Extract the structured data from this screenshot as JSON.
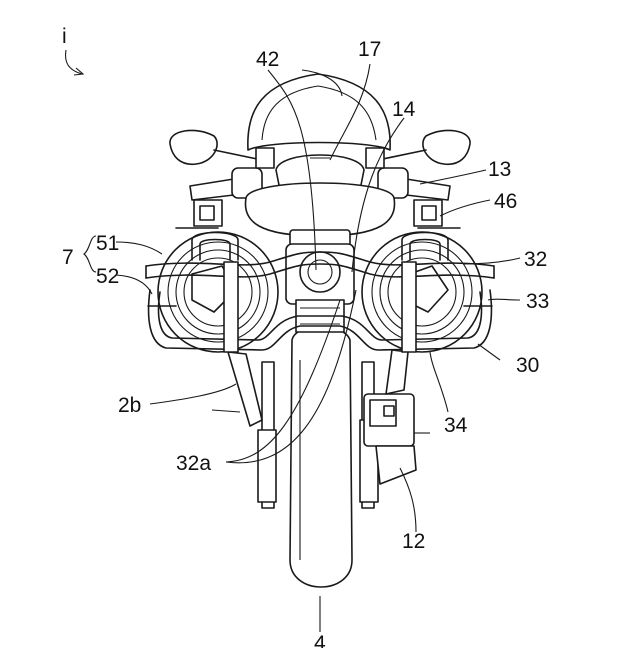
{
  "figure": {
    "corner_label": "i",
    "labels": {
      "l42": "42",
      "l17": "17",
      "l14": "14",
      "l13": "13",
      "l46": "46",
      "l7": "7",
      "l51": "51",
      "l52": "52",
      "l32": "32",
      "l33": "33",
      "l30": "30",
      "l2b": "2b",
      "l34": "34",
      "l32a": "32a",
      "l12": "12",
      "l4": "4"
    }
  }
}
